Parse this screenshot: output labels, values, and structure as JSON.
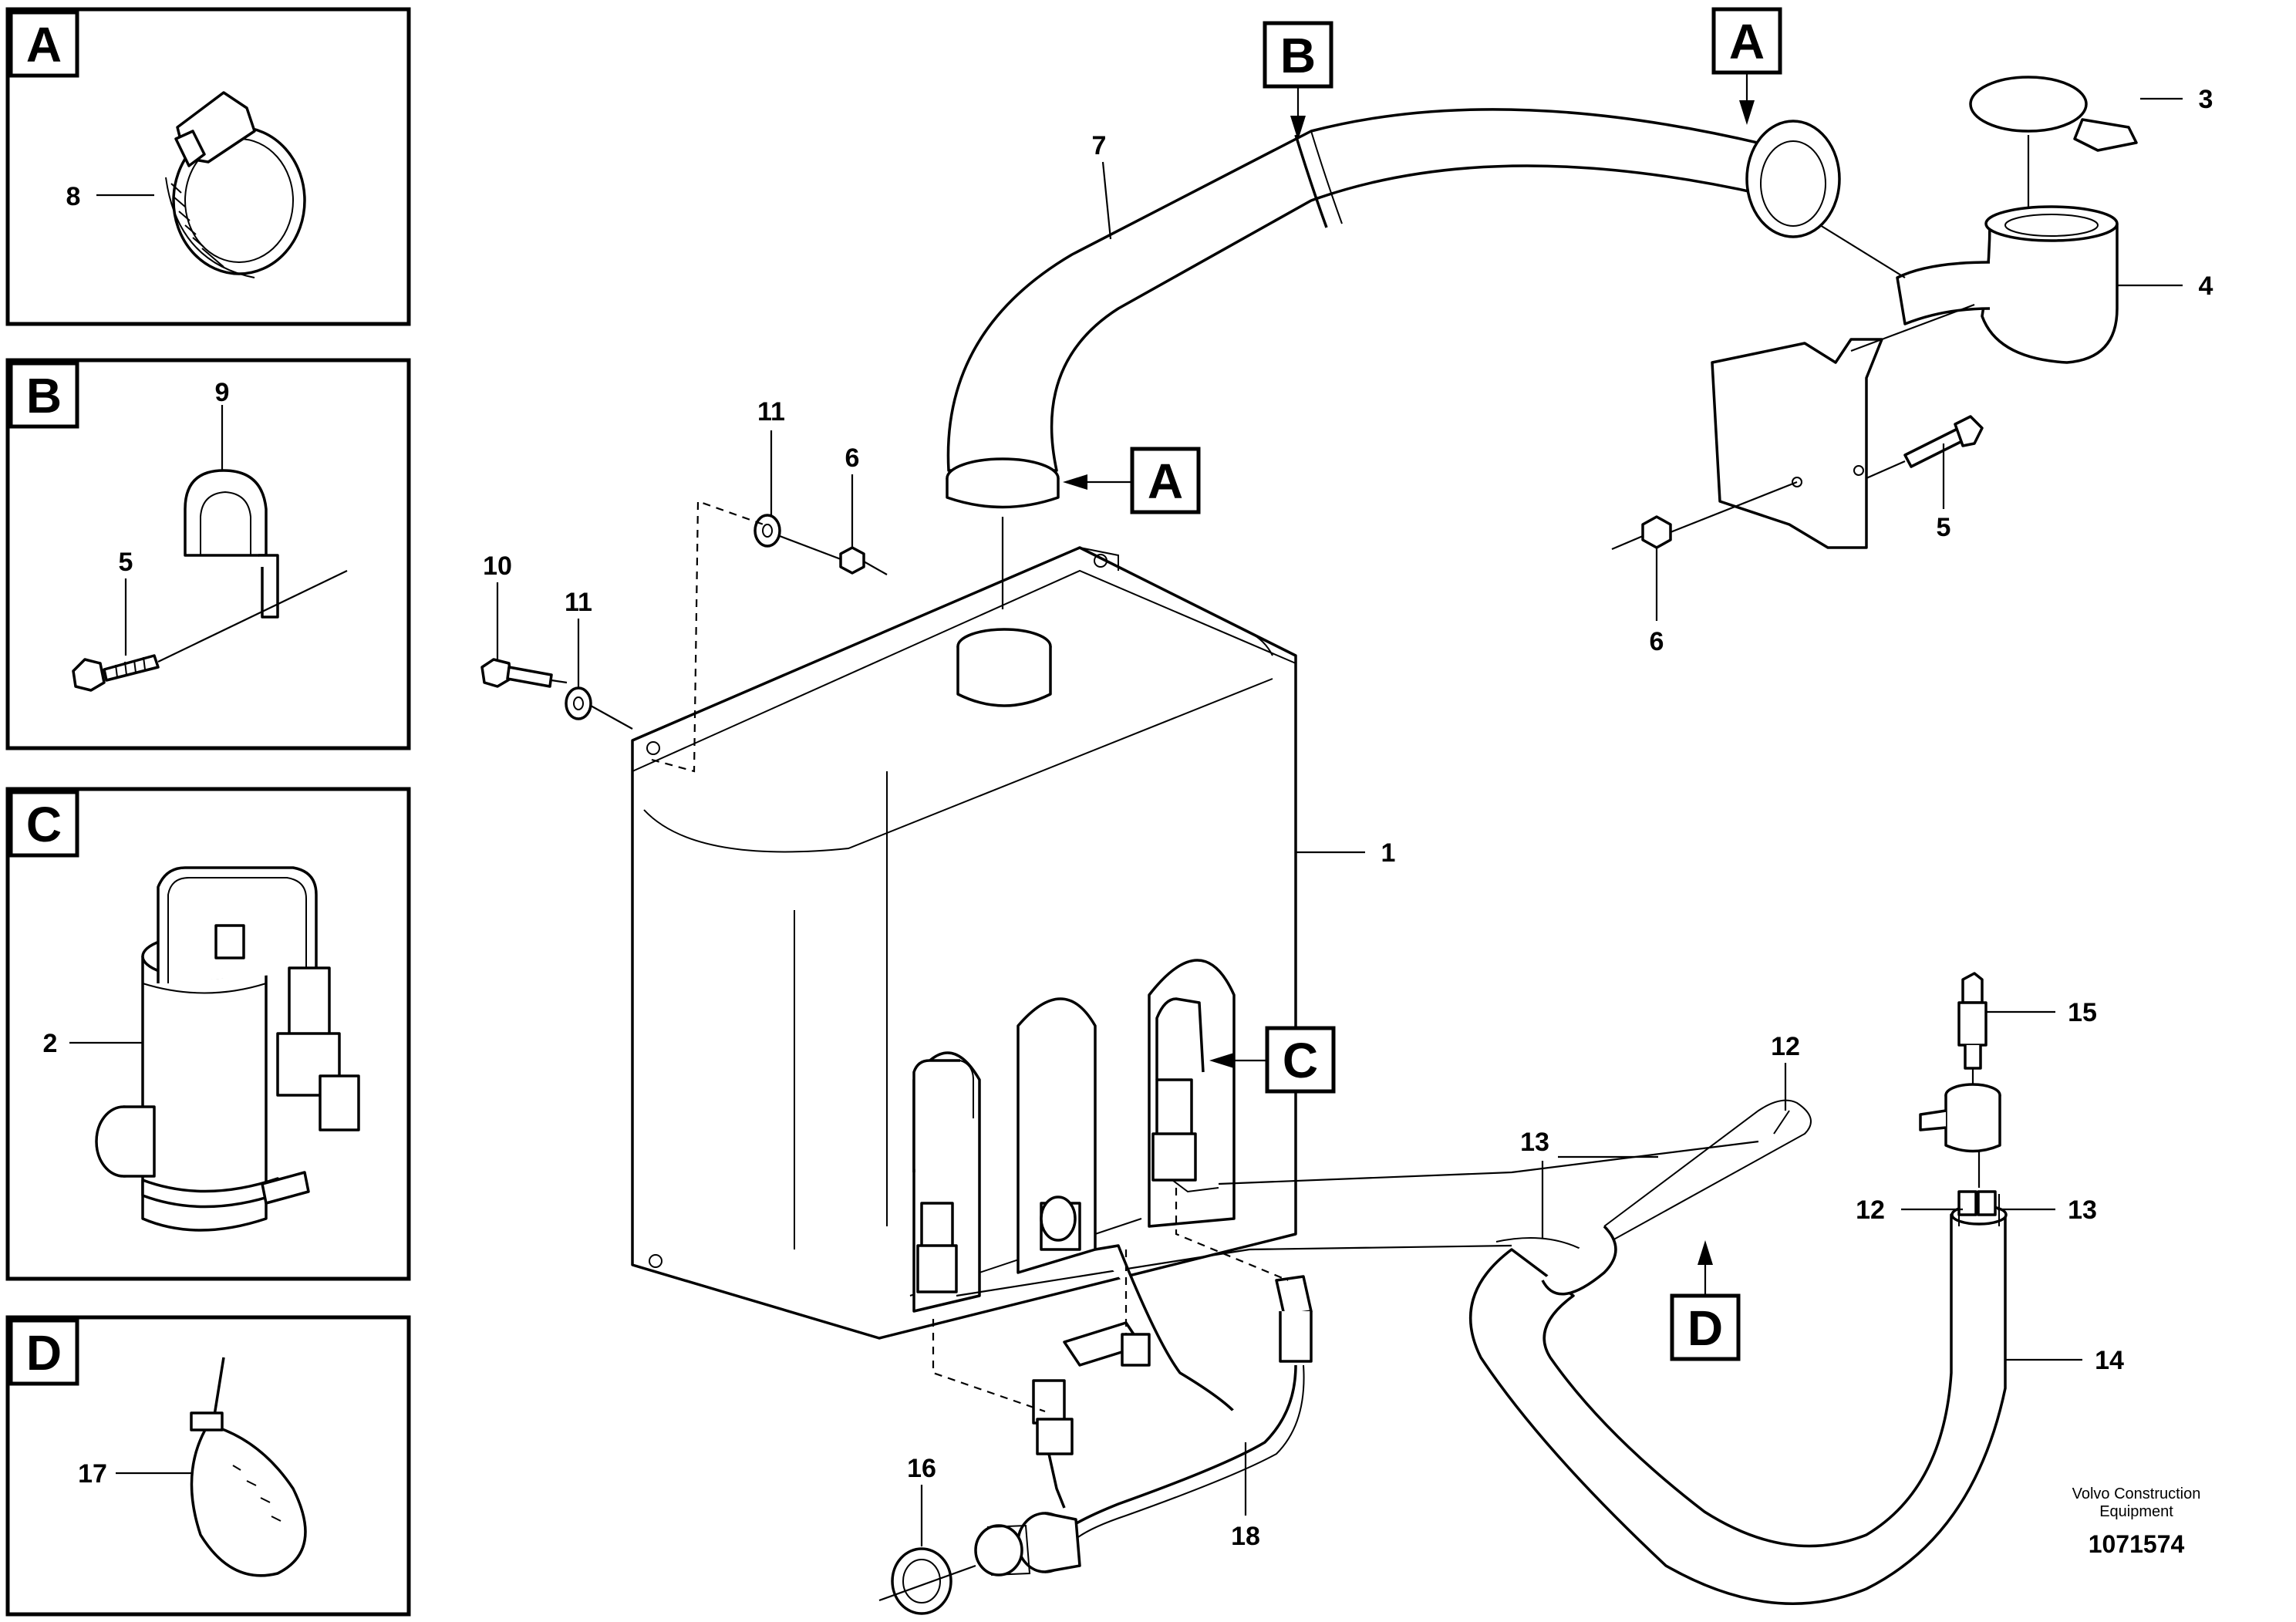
{
  "inset_panels": [
    {
      "letter": "A",
      "callouts": [
        "8"
      ]
    },
    {
      "letter": "B",
      "callouts": [
        "9",
        "5"
      ]
    },
    {
      "letter": "C",
      "callouts": [
        "2"
      ]
    },
    {
      "letter": "D",
      "callouts": [
        "17"
      ]
    }
  ],
  "detail_markers": {
    "b_top": "B",
    "a_top": "A",
    "a_tank": "A",
    "c_pump": "C",
    "d_hose": "D"
  },
  "callouts": {
    "tank": "1",
    "cap": "3",
    "filler_neck": "4",
    "screw_bracket": "5",
    "nut_bracket": "6",
    "nut_tank": "6",
    "hose_filler": "7",
    "screw_tank": "10",
    "washer_upper": "11",
    "washer_left": "11",
    "hose_12_upper": "12",
    "hose_12_lower": "12",
    "hose_13_upper": "13",
    "hose_13_lower": "13",
    "hose_protect": "14",
    "nozzle_connector": "15",
    "nut_16": "16",
    "harness": "18"
  },
  "footer": {
    "credit_line1": "Volvo Construction",
    "credit_line2": "Equipment",
    "doc_number": "1071574"
  }
}
